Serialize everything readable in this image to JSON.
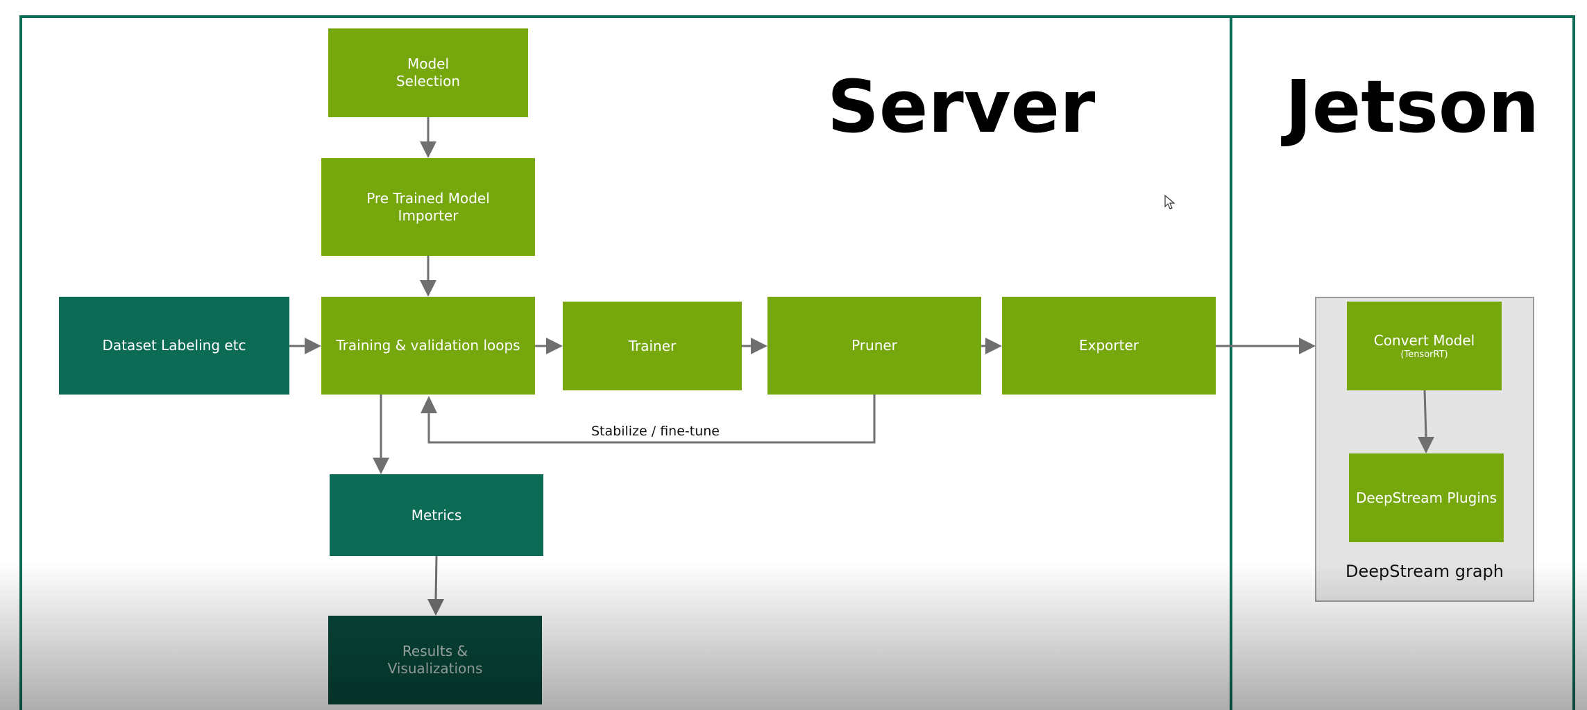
{
  "headings": {
    "server": "Server",
    "jetson": "Jetson"
  },
  "nodes": {
    "model_selection": {
      "line1": "Model",
      "line2": "Selection"
    },
    "pretrained_importer": {
      "line1": "Pre Trained Model",
      "line2": "Importer"
    },
    "dataset_labeling": {
      "label": "Dataset Labeling etc"
    },
    "training_loops": {
      "label": "Training & validation loops"
    },
    "trainer": {
      "label": "Trainer"
    },
    "pruner": {
      "label": "Pruner"
    },
    "exporter": {
      "label": "Exporter"
    },
    "metrics": {
      "label": "Metrics"
    },
    "results": {
      "line1": "Results &",
      "line2": "Visualizations"
    },
    "convert_model": {
      "label": "Convert Model",
      "sub": "(TensorRT)"
    },
    "deepstream_plugins": {
      "label": "DeepStream Plugins"
    }
  },
  "groups": {
    "deepstream_graph": "DeepStream graph"
  },
  "edge_labels": {
    "stabilize": "Stabilize / fine-tune"
  },
  "colors": {
    "lime": "#76a80e",
    "teal": "#0b6b55",
    "teal_dark": "#08473a",
    "arrow": "#6f6f6f",
    "frame": "#0b6b55"
  }
}
